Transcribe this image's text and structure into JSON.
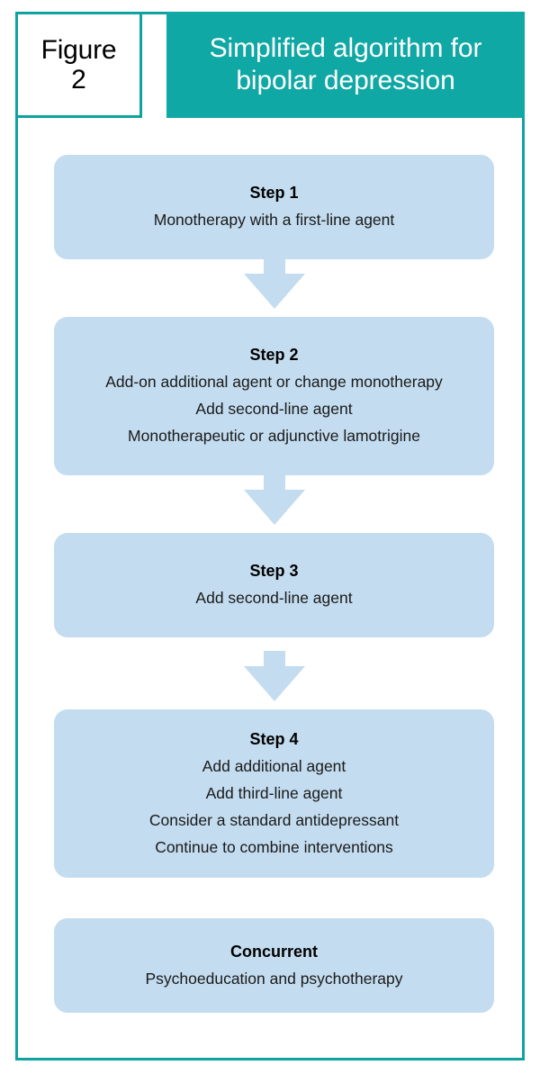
{
  "figure": {
    "badge_word": "Figure",
    "badge_number": "2",
    "title": "Simplified algorithm for bipolar depression"
  },
  "colors": {
    "frame_teal": "#0fa3a0",
    "header_teal": "#0fa8a4",
    "box_blue": "#c3dcef",
    "arrow_blue": "#c3dcef",
    "text_black": "#000000",
    "title_white": "#ffffff"
  },
  "flow": {
    "boxes": [
      {
        "id": "step1",
        "title": "Step 1",
        "lines": [
          "Monotherapy with a first-line agent"
        ]
      },
      {
        "id": "step2",
        "title": "Step 2",
        "lines": [
          "Add-on additional agent or change monotherapy",
          "Add second-line agent",
          "Monotherapeutic or adjunctive lamotrigine"
        ]
      },
      {
        "id": "step3",
        "title": "Step 3",
        "lines": [
          "Add second-line agent"
        ]
      },
      {
        "id": "step4",
        "title": "Step 4",
        "lines": [
          "Add additional agent",
          "Add third-line agent",
          "Consider a standard antidepressant",
          "Continue to combine interventions"
        ]
      },
      {
        "id": "concurrent",
        "title": "Concurrent",
        "lines": [
          "Psychoeducation and psychotherapy"
        ]
      }
    ],
    "arrows": [
      {
        "id": "arrow-1-2",
        "from": "step1",
        "to": "step2",
        "direction": "down"
      },
      {
        "id": "arrow-2-3",
        "from": "step2",
        "to": "step3",
        "direction": "down"
      },
      {
        "id": "arrow-3-4",
        "from": "step3",
        "to": "step4",
        "direction": "down"
      }
    ]
  }
}
